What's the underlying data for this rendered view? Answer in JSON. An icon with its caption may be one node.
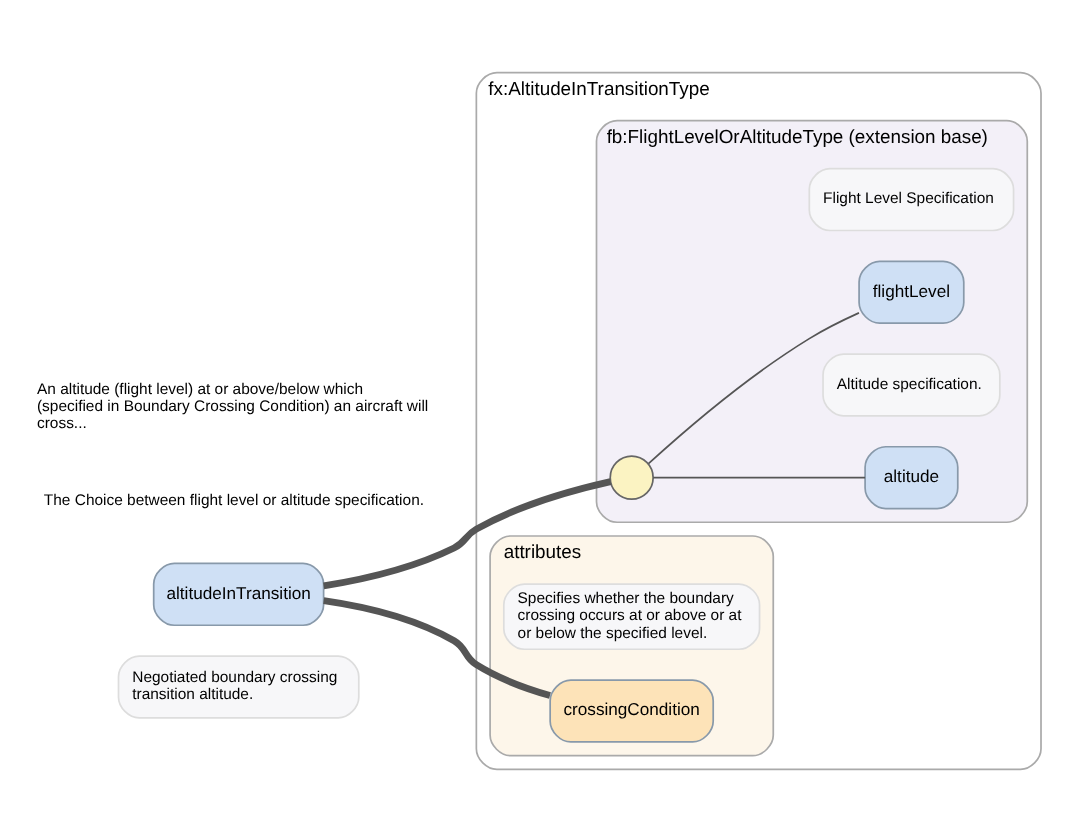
{
  "diagram": {
    "nodes": [
      {
        "text": [
          "altitudeInTransition"
        ],
        "beside": [
          "Negotiated boundary crossing transition altitude."
        ]
      },
      {
        "text": [
          "fx:AltitudeInTransitionType"
        ]
      },
      {
        "text": [
          "fb:FlightLevelOrAltitudeType (extension base)"
        ],
        "in": 1
      },
      {
        "text": [],
        "shape": "circle",
        "in": 2
      },
      {
        "text": [
          "altitude"
        ],
        "in": 2,
        "beside": [
          "Altitude specification."
        ]
      },
      {
        "text": [
          "flightLevel"
        ],
        "in": 2,
        "beside": [
          "Flight Level Specification"
        ]
      },
      {
        "text": [
          "attributes"
        ],
        "in": 1
      },
      {
        "text": [
          "crossingCondition"
        ],
        "in": 6,
        "beside": [
          "Specifies whether the boundary crossing occurs at or above or at or below the specified level."
        ]
      }
    ],
    "edges": [
      {
        "from": 0,
        "to": 3,
        "arrow": "none",
        "style": "thick"
      },
      {
        "from": 0,
        "to": 7,
        "arrow": "none",
        "style": "thick"
      },
      {
        "from": 3,
        "to": 4,
        "arrow": "none"
      },
      {
        "from": 3,
        "to": 5,
        "arrow": "none"
      }
    ],
    "labels": [
      "The Choice between flight level or altitude specification.",
      "An altitude (flight level) at or above/below which (specified in Boundary Crossing Condition) an aircraft will cross..."
    ]
  }
}
